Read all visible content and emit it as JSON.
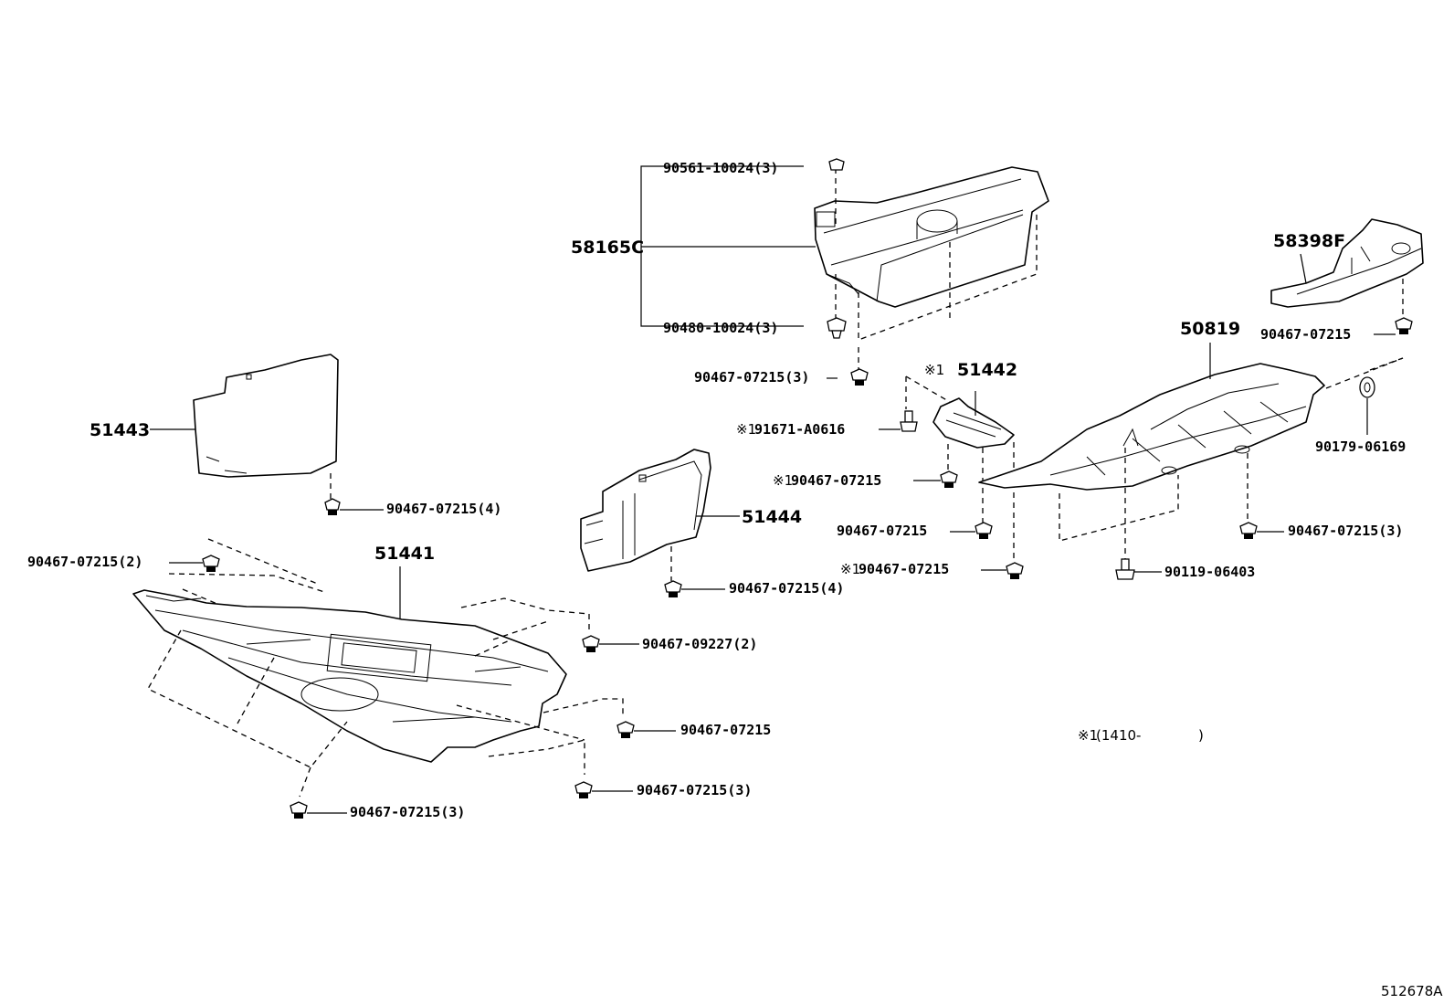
{
  "parts": {
    "p58165c": "58165C",
    "p51443": "51443",
    "p51441": "51441",
    "p51444": "51444",
    "p51442": "51442",
    "p50819": "50819",
    "p58398f": "58398F",
    "b90561": "90561-10024(3)",
    "b90480": "90480-10024(3)",
    "b07215_3_top": "90467-07215(3)",
    "b07215_4_a": "90467-07215(4)",
    "b07215_2": "90467-07215(2)",
    "b09227_2": "90467-09227(2)",
    "b07215_mid": "90467-07215",
    "b07215_3_c": "90467-07215(3)",
    "b07215_3_d": "90467-07215(3)",
    "b07215_4_b": "90467-07215(4)",
    "b91671": "91671-A0616",
    "b07215_x1a": "90467-07215",
    "b07215_e": "90467-07215",
    "b07215_x1b": "90467-07215",
    "b90119": "90119-06403",
    "b07215_3_e": "90467-07215(3)",
    "b90179": "90179-06169",
    "b07215_f": "90467-07215"
  },
  "marks": {
    "x1": "※1",
    "note_prefix": "※1",
    "note": "(1410-",
    "note_close": ")"
  },
  "figure_id": "512678A"
}
